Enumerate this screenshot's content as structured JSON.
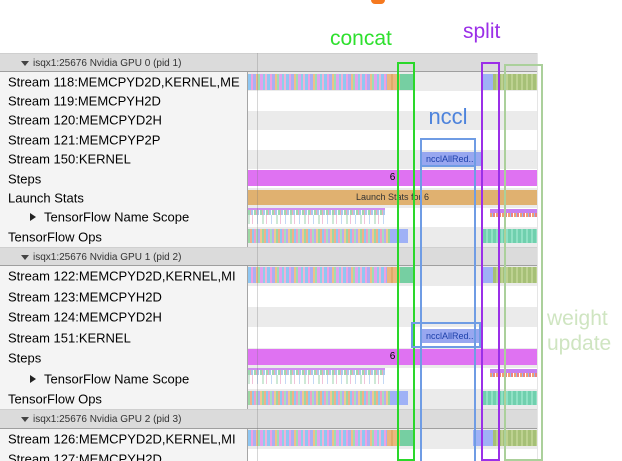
{
  "annotations": {
    "concat": "concat",
    "split": "split",
    "nccl": "nccl",
    "weight_update_line1": "weight",
    "weight_update_line2": "update"
  },
  "timeline": {
    "steps_value": "6",
    "launch_stats_text": "Launch Stats for 6",
    "nccl_event_label": "ncclAllRed..."
  },
  "groups": [
    {
      "header": "isqx1:25676 Nvidia GPU 0 (pid 1)",
      "rows": [
        {
          "label": "Stream 118:MEMCPYD2D,KERNEL,ME"
        },
        {
          "label": "Stream 119:MEMCPYH2D"
        },
        {
          "label": "Stream 120:MEMCPYD2H"
        },
        {
          "label": "Stream 121:MEMCPYP2P"
        },
        {
          "label": "Stream 150:KERNEL"
        },
        {
          "label": "Steps"
        },
        {
          "label": "Launch Stats"
        },
        {
          "label": "TensorFlow Name Scope"
        },
        {
          "label": "TensorFlow Ops"
        }
      ]
    },
    {
      "header": "isqx1:25676 Nvidia GPU 1 (pid 2)",
      "rows": [
        {
          "label": "Stream 122:MEMCPYD2D,KERNEL,MI"
        },
        {
          "label": "Stream 123:MEMCPYH2D"
        },
        {
          "label": "Stream 124:MEMCPYD2H"
        },
        {
          "label": "Stream 151:KERNEL"
        },
        {
          "label": "Steps"
        },
        {
          "label": "TensorFlow Name Scope"
        },
        {
          "label": "TensorFlow Ops"
        }
      ]
    },
    {
      "header": "isqx1:25676 Nvidia GPU 2 (pid 3)",
      "rows": [
        {
          "label": "Stream 126:MEMCPYD2D,KERNEL,MI"
        },
        {
          "label": "Stream 127:MEMCPYH2D"
        }
      ]
    }
  ],
  "colors": {
    "concat_annotation": "#2ee02e",
    "split_annotation": "#9b2fe8",
    "nccl_annotation": "#4d83dc",
    "weight_update_annotation": "#cfe5c1",
    "weight_update_box": "#abd09b",
    "steps_bar": "#df72f2",
    "launch_stats_bar": "#e0b170",
    "nccl_event_bar": "#98a7f0",
    "header_band": "#dbdbdb",
    "row_alt": "#ebebeb"
  }
}
